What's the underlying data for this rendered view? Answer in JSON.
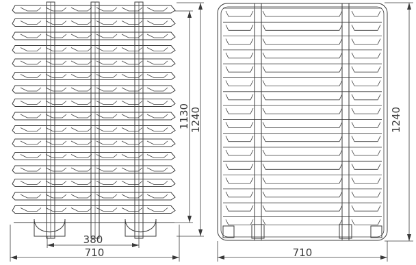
{
  "drawing": {
    "side_view": {
      "dim_bottom": "710",
      "dim_mid": "380",
      "dim_height_inner": "1130",
      "dim_height_outer": "1240",
      "tier_count": 16
    },
    "front_view": {
      "dim_bottom": "710",
      "dim_height": "1240",
      "row_count": 16
    }
  }
}
